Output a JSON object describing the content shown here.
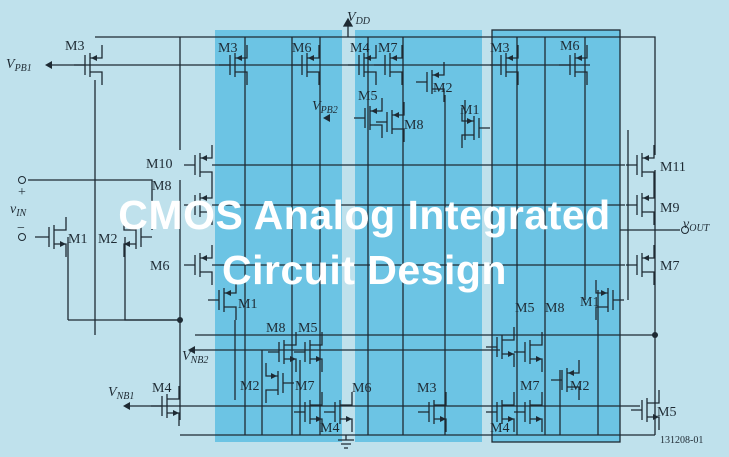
{
  "title": {
    "line1": "CMOS Analog Integrated",
    "line2": "Circuit Design"
  },
  "figure_id": "131208-01",
  "nodes": {
    "vdd": {
      "main": "V",
      "sub": "DD"
    },
    "vpb1": {
      "main": "V",
      "sub": "PB1"
    },
    "vpb2": {
      "main": "V",
      "sub": "PB2"
    },
    "vnb1": {
      "main": "V",
      "sub": "NB1"
    },
    "vnb2": {
      "main": "V",
      "sub": "NB2"
    },
    "vin": {
      "main": "v",
      "sub": "IN",
      "plus": "+",
      "minus": "−"
    },
    "vout": {
      "main": "v",
      "sub": "OUT"
    }
  },
  "transistor_labels": [
    "M3",
    "M3",
    "M6",
    "M4",
    "M7",
    "M2",
    "M5",
    "M8",
    "M1",
    "M3",
    "M6",
    "M10",
    "M11",
    "M9",
    "M8",
    "M1",
    "M2",
    "M6",
    "M7",
    "M1",
    "M5",
    "M8",
    "M1",
    "M8",
    "M5",
    "M2",
    "M7",
    "M6",
    "M3",
    "M7",
    "M2",
    "M4",
    "M4",
    "M4",
    "M5"
  ],
  "colors": {
    "background": "#bfe1ec",
    "panel": "#6cc4e4",
    "wire": "#1e2a33",
    "title": "#ffffff"
  }
}
